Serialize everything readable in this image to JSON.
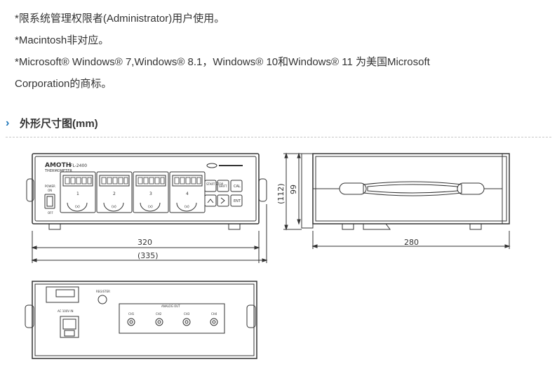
{
  "notes": [
    "*限系统管理权限者(Administrator)用户使用。",
    "*Macintosh非对应。",
    "*Microsoft® Windows® 7,Windows® 8.1，Windows® 10和Windows® 11 为美国Microsoft",
    "Corporation的商标。"
  ],
  "section": {
    "icon": "chevron-right-icon",
    "title": "外形尺寸图(mm)"
  },
  "drawing": {
    "front_view": {
      "brand": "AMOTH",
      "model": "FL-2400",
      "subtitle": "THERMOMETER",
      "channels": [
        "1",
        "2",
        "3",
        "4"
      ],
      "power_label": "POWER",
      "on_label": "ON",
      "off_label": "OFF",
      "start_stop_label": "START STOP",
      "shift_label": "SHIFT",
      "cal_label": "CAL",
      "ent_label": "ENT",
      "width_dim": "320",
      "overall_width_dim": "(335)"
    },
    "side_view": {
      "height_dim": "99",
      "overall_height_dim": "(112)",
      "depth_dim": "280"
    },
    "rear_view": {
      "ac_label": "AC 100V IN",
      "analog_label": "ANALOG OUT",
      "outputs": [
        "CH1",
        "CH2",
        "CH3",
        "CH4"
      ]
    }
  }
}
